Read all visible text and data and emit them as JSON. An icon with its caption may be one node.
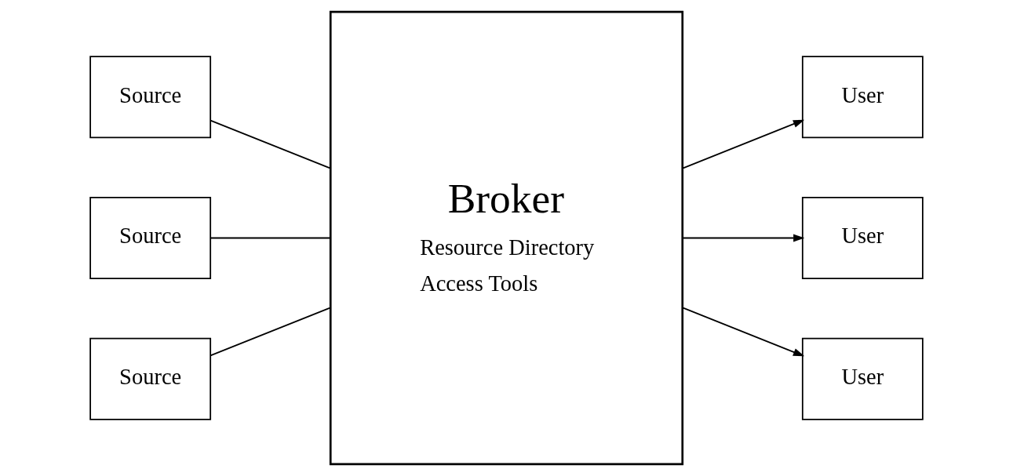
{
  "diagram": {
    "nodes": [
      {
        "text": [
          "Source"
        ]
      },
      {
        "text": [
          "Source"
        ]
      },
      {
        "text": [
          "Source"
        ]
      },
      {
        "text": [
          "Broker",
          "Resource Directory",
          "Access Tools"
        ]
      },
      {
        "text": [
          "User"
        ]
      },
      {
        "text": [
          "User"
        ]
      },
      {
        "text": [
          "User"
        ]
      }
    ],
    "edges": [
      {
        "from": 0,
        "to": 3,
        "arrow": "none"
      },
      {
        "from": 1,
        "to": 3,
        "arrow": "none"
      },
      {
        "from": 2,
        "to": 3,
        "arrow": "none"
      },
      {
        "from": 3,
        "to": 4,
        "arrow": "to"
      },
      {
        "from": 3,
        "to": 5,
        "arrow": "to"
      },
      {
        "from": 3,
        "to": 6,
        "arrow": "to"
      }
    ]
  }
}
